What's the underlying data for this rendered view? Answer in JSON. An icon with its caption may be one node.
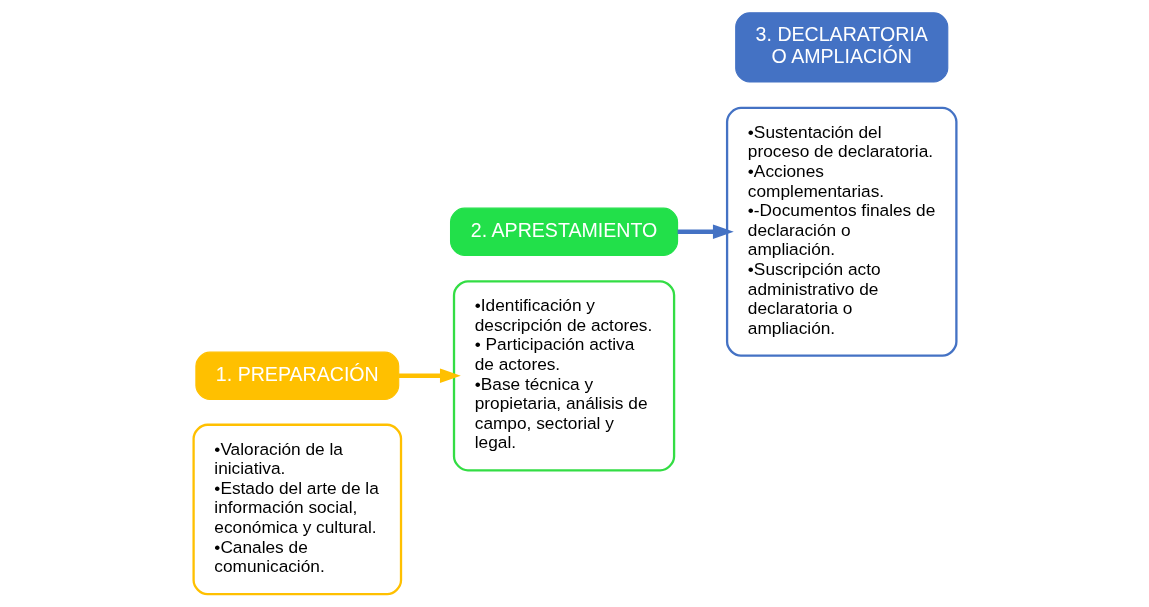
{
  "diagram": {
    "nodes": [
      {
        "text": [
          "•Valoración de la iniciativa.",
          "•Estado del arte de la información social, económica y cultural.",
          "•Canales de comunicación."
        ]
      },
      {
        "text": [
          "1. PREPARACIÓN"
        ]
      },
      {
        "text": [
          "•Identificación y descripción de actores.",
          "• Participación activa de actores.",
          "•Base técnica y propietaria, análisis de campo, sectorial y legal."
        ]
      },
      {
        "text": [
          "2. APRESTAMIENTO"
        ]
      },
      {
        "text": [
          "•Sustentación del proceso de declaratoria.",
          "•Acciones complementarias.",
          "•-Documentos finales de declaración o ampliación.",
          "•Suscripción acto administrativo de declaratoria o ampliación."
        ]
      },
      {
        "text": [
          "3. DECLARATORIA O AMPLIACIÓN"
        ]
      }
    ],
    "edges": [
      {
        "from": 1,
        "to": 2,
        "arrow": "to",
        "color": "#ffc000"
      },
      {
        "from": 3,
        "to": 4,
        "arrow": "to",
        "color": "#4472c4"
      }
    ]
  }
}
